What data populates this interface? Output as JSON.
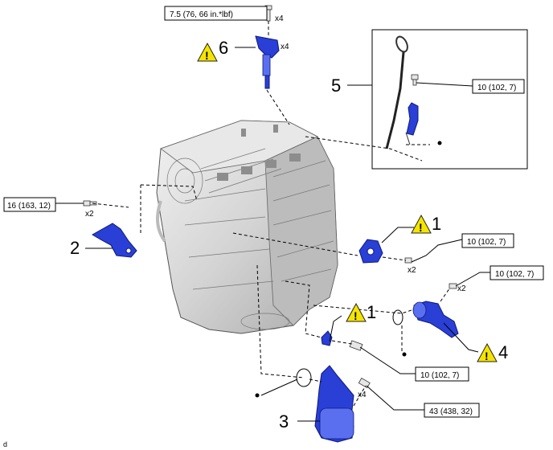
{
  "callouts": {
    "c1a": "1",
    "c1b": "1",
    "c2": "2",
    "c3": "3",
    "c4": "4",
    "c5": "5",
    "c6": "6"
  },
  "torque_specs": {
    "t_top": "7.5 (76, 66 in.*lbf)",
    "t_dipstick": "10 (102, 7)",
    "t_left": "16 (163, 12)",
    "t_mid_right": "10 (102, 7)",
    "t_right": "10 (102, 7)",
    "t_bottom_mid": "10 (102, 7)",
    "t_bottom": "43 (438, 32)"
  },
  "multipliers": {
    "m_top_bolt": "x4",
    "m_coil": "x4",
    "m_left": "x2",
    "m_mid_right": "x2",
    "m_right": "x2",
    "m_bottom": "x4"
  },
  "warning_symbol": "!",
  "corner_mark": "d",
  "colors": {
    "part_blue": "#2a3fd6",
    "warning_yellow": "#f5e400",
    "engine_gray": "#cfcfcf"
  }
}
